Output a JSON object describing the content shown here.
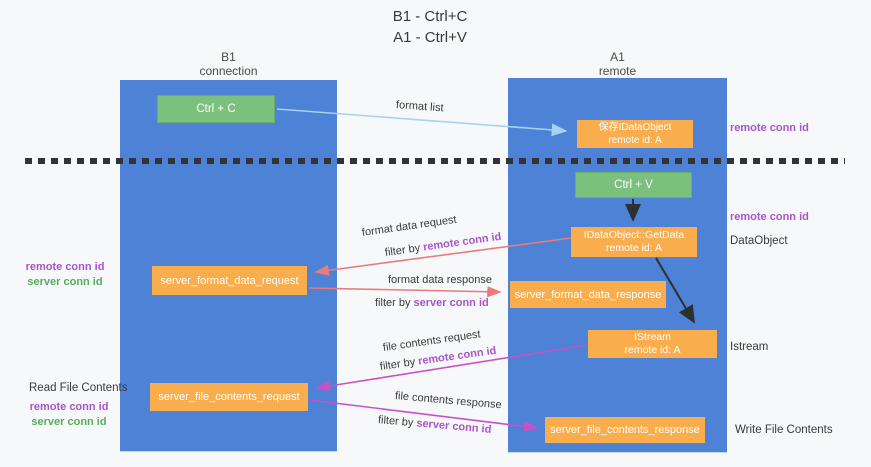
{
  "title": {
    "line1": "B1 - Ctrl+C",
    "line2": "A1 - Ctrl+V"
  },
  "lanes": {
    "left": {
      "title": "B1",
      "subtitle": "connection"
    },
    "right": {
      "title": "A1",
      "subtitle": "remote"
    }
  },
  "boxes": {
    "ctrl_c": {
      "label": "Ctrl + C"
    },
    "ctrl_v": {
      "label": "Ctrl + V"
    },
    "save_idataobject": {
      "line1": "保存IDataObject",
      "line2": "remote id: A"
    },
    "getdata": {
      "line1": "IDataObject::GetData",
      "line2": "remote id: A"
    },
    "istream_obj": {
      "line1": "IStream",
      "line2": "remote id: A"
    },
    "server_format_data_request": {
      "label": "server_format_data_request"
    },
    "server_format_data_response": {
      "label": "server_format_data_response"
    },
    "server_file_contents_request": {
      "label": "server_file_contents_request"
    },
    "server_file_contents_response": {
      "label": "server_file_contents_response"
    }
  },
  "arrow_labels": {
    "format_list": "format list",
    "format_data_request": "format data request",
    "format_data_response": "format data response",
    "file_contents_request": "file contents request",
    "file_contents_response": "file contents response",
    "filter_by": "filter by",
    "remote_conn_id": "remote conn id",
    "server_conn_id": "server conn id"
  },
  "side_labels": {
    "right_remote_conn_id_top": "remote conn id",
    "right_remote_conn_id_mid": "remote conn id",
    "dataobject": "DataObject",
    "istream": "Istream",
    "write_file_contents": "Write File Contents",
    "read_file_contents": "Read File Contents",
    "left_remote_conn_id_1": "remote conn id",
    "left_server_conn_id_1": "server conn id",
    "left_remote_conn_id_2": "remote conn id",
    "left_server_conn_id_2": "server conn id"
  },
  "colors": {
    "lane_blue": "#4D82D6",
    "box_orange": "#FAAD4D",
    "box_green": "#7CC07E",
    "arrow_lightblue": "#A5D3F0",
    "arrow_salmon": "#E97B7B",
    "arrow_magenta": "#C851C8",
    "arrow_black": "#2f2f2f",
    "text_purple": "#A855C8",
    "text_green": "#56AD5A"
  }
}
